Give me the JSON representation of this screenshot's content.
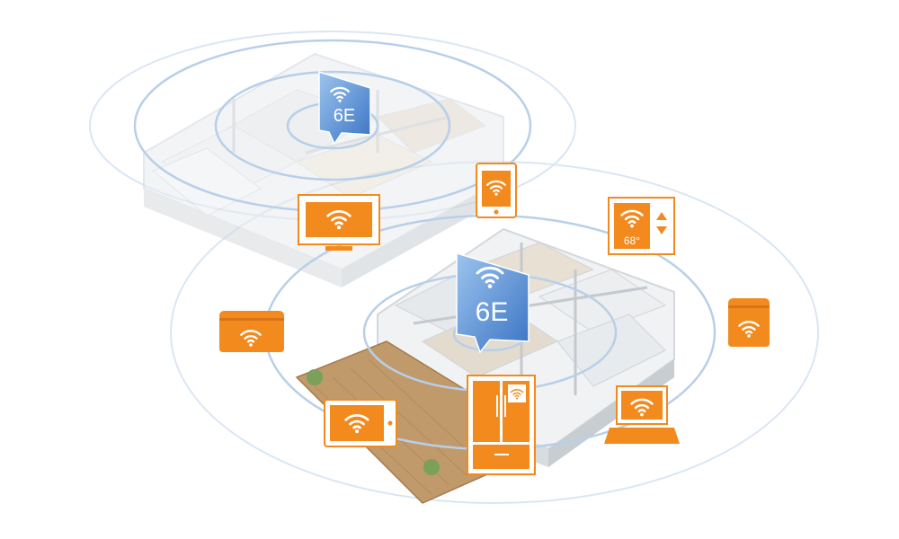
{
  "colors": {
    "accent": "#f28a1e",
    "accent_dark": "#d9731a",
    "signal_badge": "#3b74c4",
    "signal_badge_light": "#7fb0e6",
    "ring": "#c8daf0",
    "floor_light": "#eef0f2",
    "wood": "#b98a5a"
  },
  "badges": {
    "upper": {
      "text": "6E",
      "icon": "wifi-signal-icon"
    },
    "lower": {
      "text": "6E",
      "icon": "wifi-signal-icon"
    }
  },
  "devices": {
    "tv": {
      "icon": "tv-wifi-icon"
    },
    "phone": {
      "icon": "phone-wifi-icon"
    },
    "thermostat": {
      "icon": "thermostat-wifi-icon",
      "temperature": "68°"
    },
    "router_left": {
      "icon": "router-wifi-icon"
    },
    "router_right": {
      "icon": "router-wifi-icon"
    },
    "tablet": {
      "icon": "tablet-wifi-icon"
    },
    "fridge": {
      "icon": "fridge-wifi-icon"
    },
    "laptop": {
      "icon": "laptop-wifi-icon"
    }
  }
}
